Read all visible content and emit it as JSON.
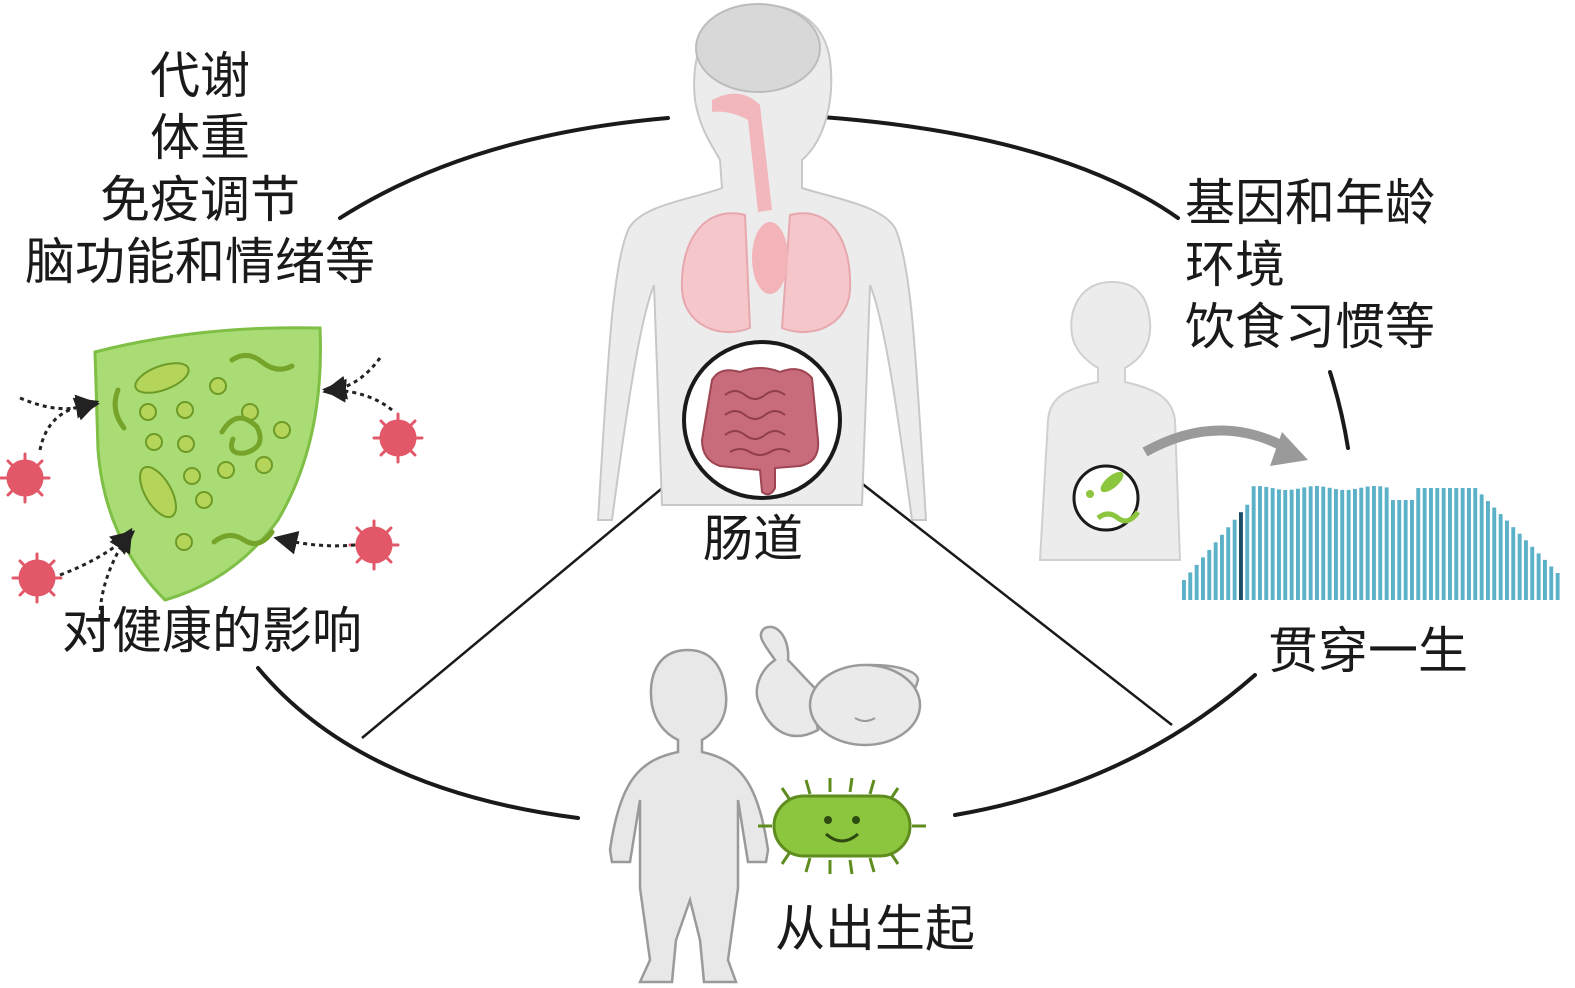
{
  "effects": {
    "lines": [
      "代谢",
      "体重",
      "免疫调节",
      "脑功能和情绪等"
    ],
    "caption": "对健康的影响"
  },
  "gut": {
    "label": "肠道"
  },
  "factors": {
    "lines": [
      "基因和年龄",
      "环境",
      "饮食习惯等"
    ]
  },
  "lifetime": {
    "label": "贯穿一生"
  },
  "birth": {
    "label": "从出生起"
  },
  "colors": {
    "body": "#ededed",
    "body_outline": "#a0a0a0",
    "organ": "#f4c9cc",
    "intestine": "#c46a78",
    "shield": "#a8dc72",
    "microbe": "#8cc63f",
    "pathogen": "#e35a6a",
    "bars": "#5bb1c7",
    "bar_highlight": "#1b4d66"
  }
}
